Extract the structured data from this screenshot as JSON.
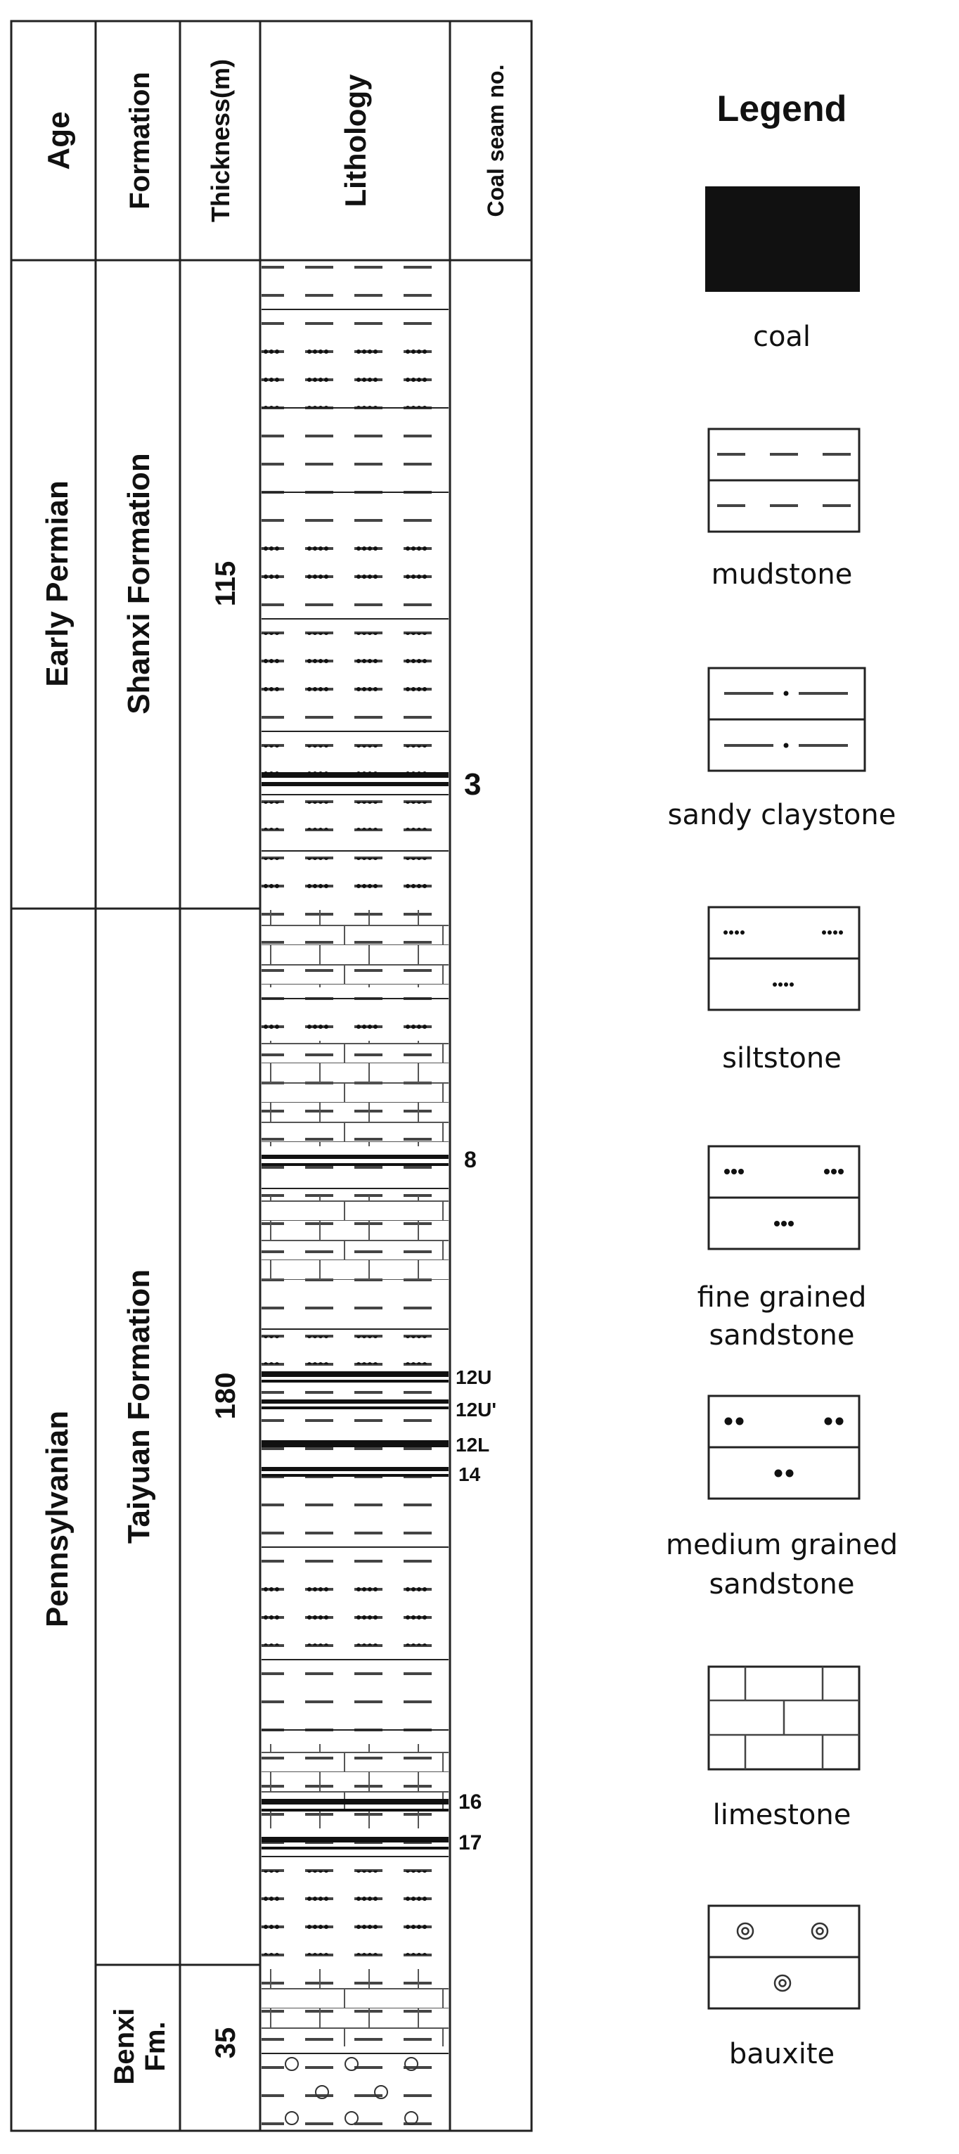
{
  "headers": {
    "age": "Age",
    "formation": "Formation",
    "thickness": "Thickness(m)",
    "lithology": "Lithology",
    "coal_seam": "Coal seam no."
  },
  "ages": [
    {
      "label": "Early Permian"
    },
    {
      "label": "Pennsylvanian"
    }
  ],
  "formations": [
    {
      "label": "Shanxi Formation",
      "thickness": "115"
    },
    {
      "label": "Taiyuan Formation",
      "thickness": "180"
    },
    {
      "label_line1": "Benxi",
      "label_line2": "Fm.",
      "thickness": "35"
    }
  ],
  "coal_seams": [
    {
      "label": "3"
    },
    {
      "label": "8"
    },
    {
      "label": "12U"
    },
    {
      "label": "12U'"
    },
    {
      "label": "12L"
    },
    {
      "label": "14"
    },
    {
      "label": "16"
    },
    {
      "label": "17"
    }
  ],
  "legend": {
    "title": "Legend",
    "items": [
      {
        "key": "coal",
        "line1": "coal",
        "line2": ""
      },
      {
        "key": "mudstone",
        "line1": "mudstone",
        "line2": ""
      },
      {
        "key": "sandy_claystone",
        "line1": "sandy claystone",
        "line2": ""
      },
      {
        "key": "siltstone",
        "line1": "siltstone",
        "line2": ""
      },
      {
        "key": "fine_sandstone",
        "line1": "fine grained",
        "line2": "sandstone"
      },
      {
        "key": "medium_sandstone",
        "line1": "medium grained",
        "line2": "sandstone"
      },
      {
        "key": "limestone",
        "line1": "limestone",
        "line2": ""
      },
      {
        "key": "bauxite",
        "line1": "bauxite",
        "line2": ""
      }
    ]
  },
  "colors": {
    "line": "#222222",
    "coal": "#111111",
    "text": "#111111"
  }
}
